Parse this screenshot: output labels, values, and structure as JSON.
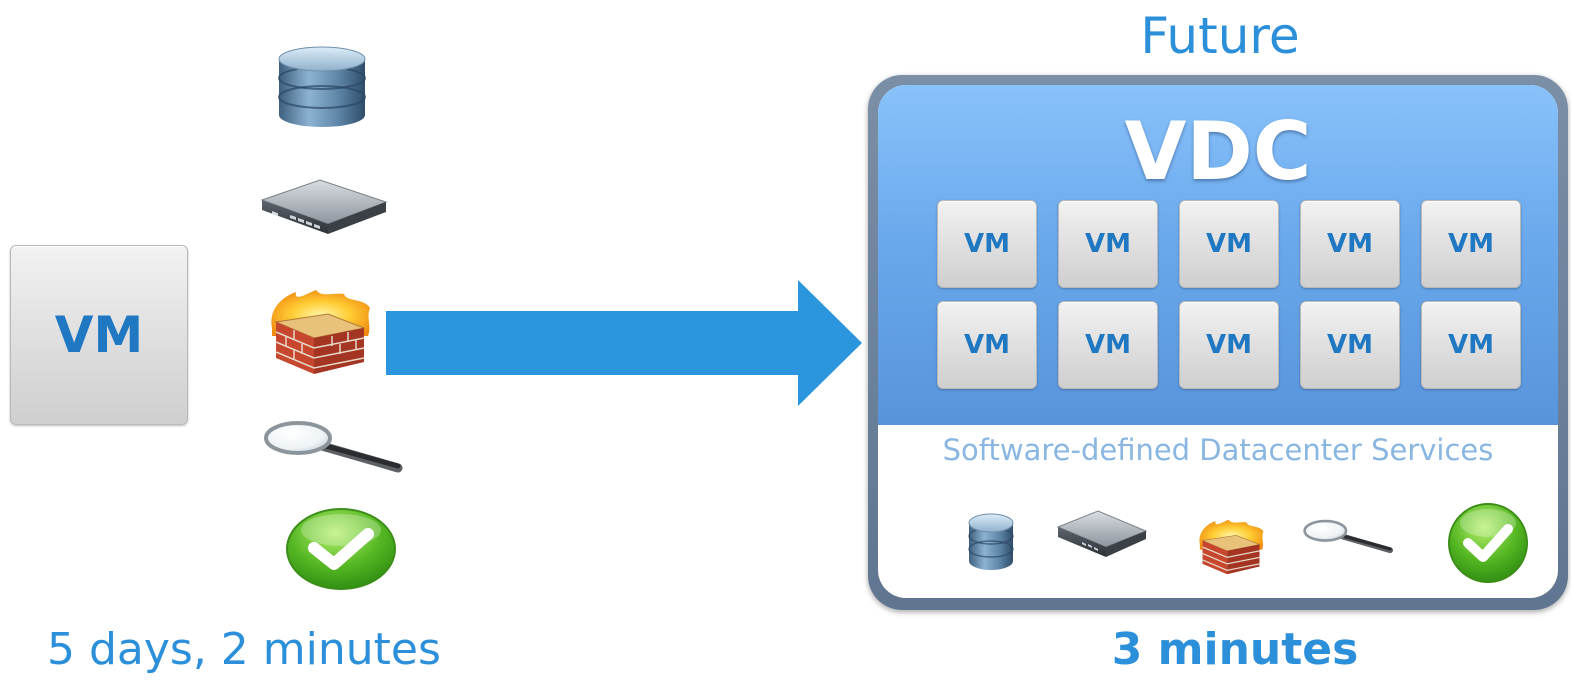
{
  "left": {
    "vm_label": "VM",
    "caption": "5 days, 2 minutes",
    "icons": [
      "database-icon",
      "network-switch-icon",
      "firewall-icon",
      "magnifier-icon",
      "checkmark-icon"
    ]
  },
  "right": {
    "heading": "Future",
    "panel_title": "VDC",
    "vm_grid": [
      "VM",
      "VM",
      "VM",
      "VM",
      "VM",
      "VM",
      "VM",
      "VM",
      "VM",
      "VM"
    ],
    "services_label": "Software-defined Datacenter Services",
    "icons": [
      "database-icon",
      "network-switch-icon",
      "firewall-icon",
      "magnifier-icon",
      "checkmark-icon"
    ],
    "caption": "3 minutes"
  },
  "colors": {
    "accent_blue": "#2c8fd9",
    "arrow_blue": "#2b95dd",
    "vm_text": "#1f78c1",
    "check_green": "#3fa816"
  }
}
